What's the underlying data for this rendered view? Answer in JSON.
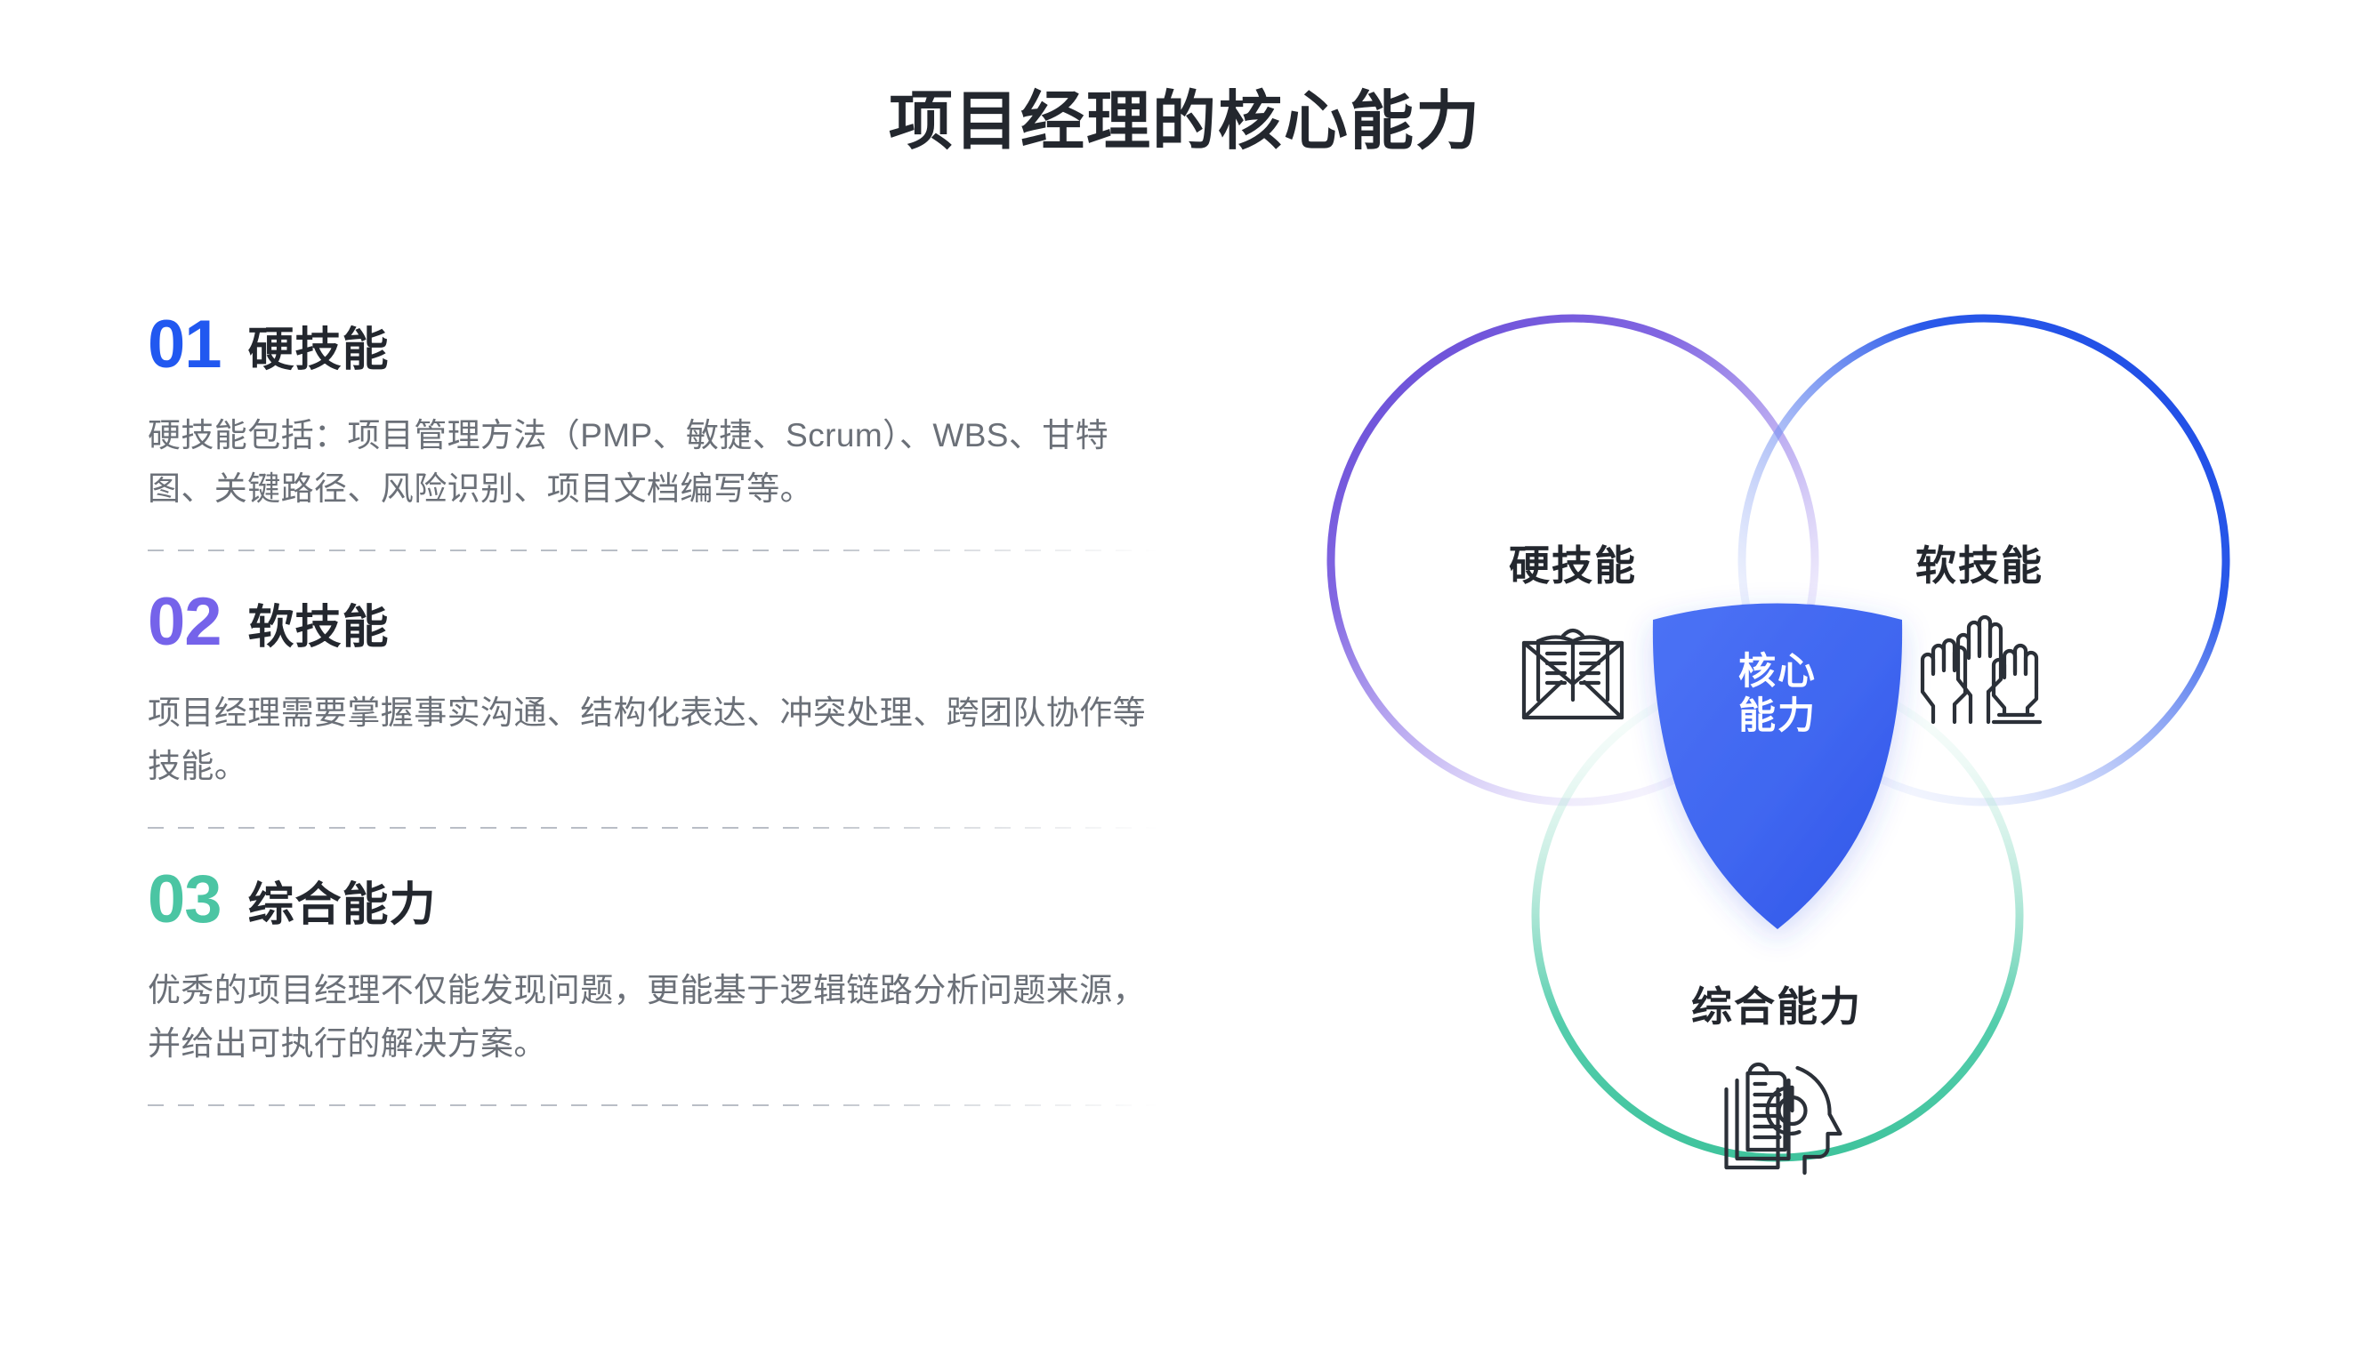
{
  "header": {
    "title": "项目经理的核心能力"
  },
  "colors": {
    "num_01": "#2158F0",
    "num_02": "#7563EA",
    "num_03": "#4BC5A3",
    "circle_hard": "#7B5FE0",
    "circle_soft": "#2152E8",
    "circle_comprehensive": "#45C9A5",
    "core_badge": "#4068F0",
    "title_text": "#23272e",
    "body_text": "#6b7078"
  },
  "sections": [
    {
      "number": "01",
      "title": "硬技能",
      "body": "硬技能包括：项目管理方法（PMP、敏捷、Scrum）、WBS、甘特图、关键路径、风险识别、项目文档编写等。"
    },
    {
      "number": "02",
      "title": "软技能",
      "body": "项目经理需要掌握事实沟通、结构化表达、冲突处理、跨团队协作等技能。"
    },
    {
      "number": "03",
      "title": "综合能力",
      "body": "优秀的项目经理不仅能发现问题，更能基于逻辑链路分析问题来源，并给出可执行的解决方案。"
    }
  ],
  "venn": {
    "circles": [
      {
        "label": "硬技能",
        "icon": "envelope-document-icon",
        "color": "#7B5FE0"
      },
      {
        "label": "软技能",
        "icon": "raised-hands-icon",
        "color": "#2152E8"
      },
      {
        "label": "综合能力",
        "icon": "head-analysis-icon",
        "color": "#45C9A5"
      }
    ],
    "core": {
      "line1": "核心",
      "line2": "能力"
    }
  }
}
